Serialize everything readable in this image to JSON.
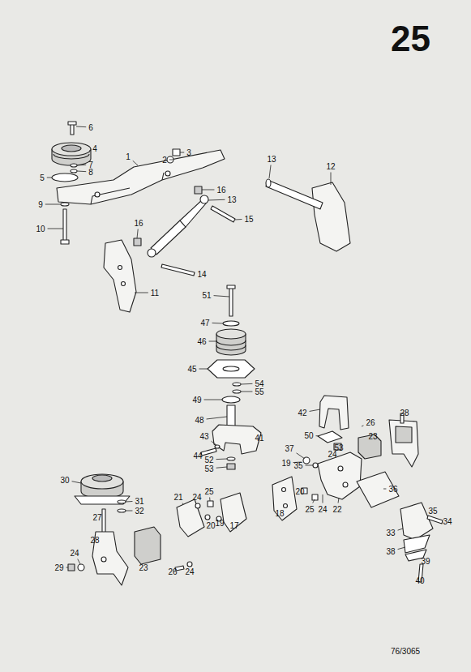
{
  "diagram": {
    "title": "25",
    "labels": [
      "6",
      "4",
      "3",
      "1",
      "2",
      "7",
      "8",
      "5",
      "13",
      "12",
      "16",
      "13",
      "9",
      "15",
      "16",
      "10",
      "14",
      "11",
      "51",
      "47",
      "46",
      "45",
      "54",
      "55",
      "49",
      "48",
      "42",
      "50",
      "28",
      "26",
      "43",
      "41",
      "23",
      "53",
      "37",
      "24",
      "44",
      "52",
      "53",
      "19",
      "35",
      "30",
      "36",
      "21",
      "24",
      "25",
      "31",
      "32",
      "20",
      "25",
      "24",
      "22",
      "18",
      "35",
      "34",
      "27",
      "19",
      "20",
      "17",
      "33",
      "28",
      "38",
      "23",
      "24",
      "29",
      "26",
      "24",
      "39",
      "40",
      "76/3065"
    ]
  }
}
